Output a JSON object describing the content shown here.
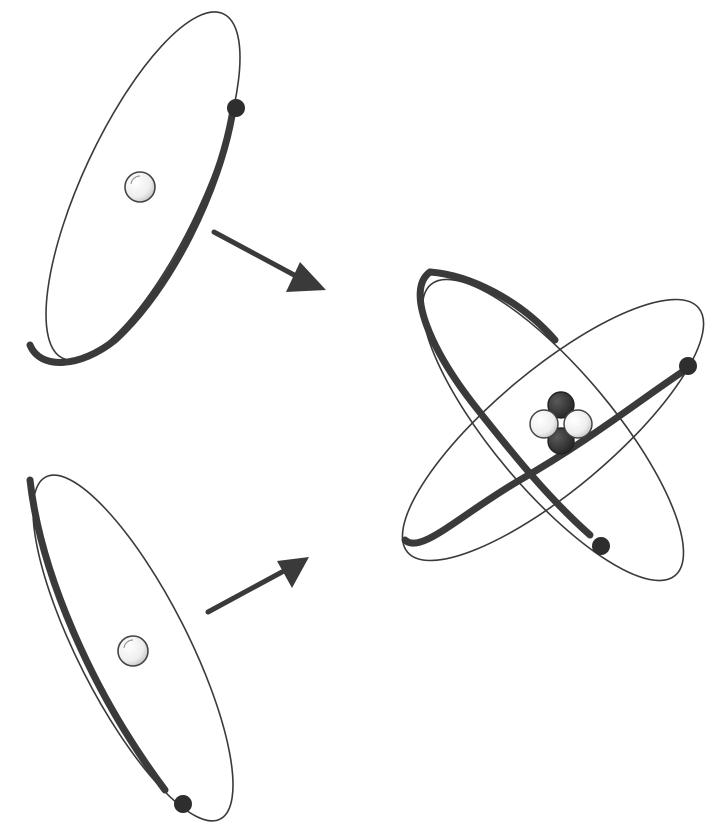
{
  "diagram": {
    "atoms": [
      {
        "id": "atom-top-left",
        "nucleus": [
          "proton"
        ],
        "electrons": 1
      },
      {
        "id": "atom-bottom-left",
        "nucleus": [
          "proton"
        ],
        "electrons": 1
      },
      {
        "id": "atom-combined",
        "nucleus": [
          "neutron",
          "neutron",
          "proton",
          "proton"
        ],
        "electrons": 2
      }
    ],
    "arrows": [
      {
        "from": "atom-top-left",
        "to": "atom-combined"
      },
      {
        "from": "atom-bottom-left",
        "to": "atom-combined"
      }
    ]
  },
  "colors": {
    "ink": "#3a3a3a",
    "paper": "#ffffff",
    "proton_fill": "#f1f1f1",
    "neutron_fill": "#2e2e2e"
  },
  "icons": {
    "electron": "electron-dot-icon",
    "proton": "proton-sphere-icon",
    "neutron": "neutron-sphere-icon",
    "arrow": "arrow-right-icon"
  }
}
